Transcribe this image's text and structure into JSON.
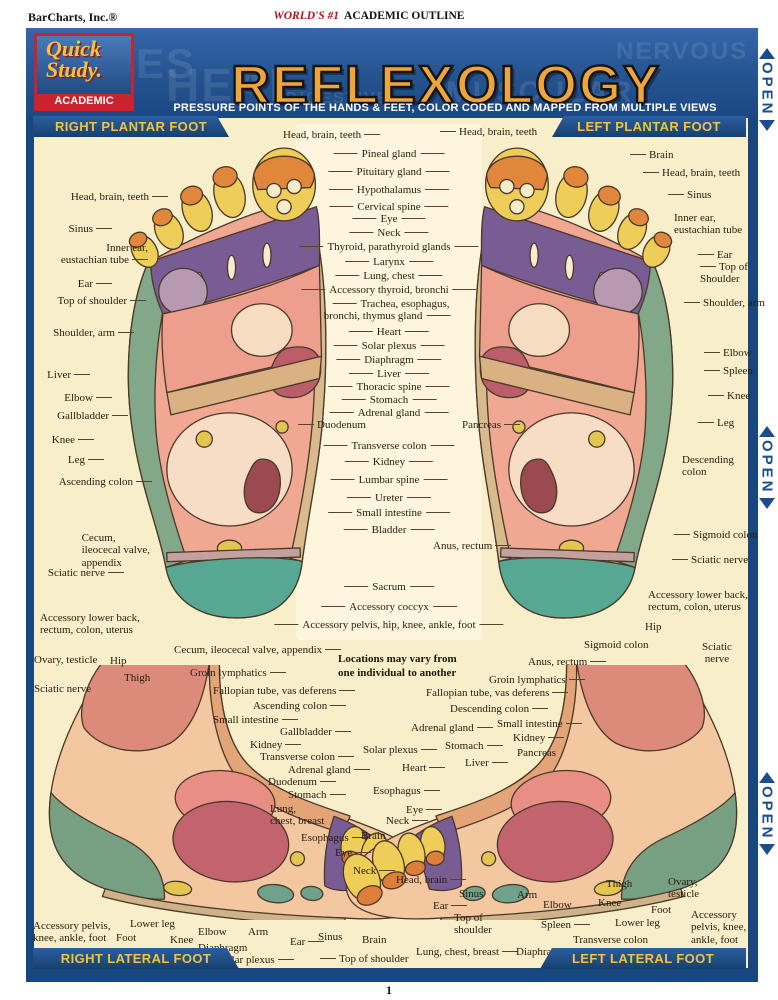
{
  "masthead": {
    "publisher": "BarCharts, Inc.®",
    "tagline_emphasis": "WORLD'S #1",
    "tagline_rest": "ACADEMIC OUTLINE"
  },
  "banner": {
    "logo_word1": "Quick",
    "logo_word2": "Study.",
    "logo_academic": "ACADEMIC",
    "title": "REFLEXOLOGY",
    "subtitle": "PRESSURE POINTS OF THE HANDS & FEET, COLOR CODED AND MAPPED FROM MULTIPLE VIEWS",
    "watermarks": [
      "SES",
      "HEAL",
      "DIGESTIVE",
      "MUSCULAR",
      "NERVOUS"
    ]
  },
  "side_tab": {
    "label": "OPEN"
  },
  "section_bars": {
    "top_left": "RIGHT PLANTAR FOOT",
    "top_right": "LEFT PLANTAR FOOT",
    "bottom_left": "RIGHT LATERAL FOOT",
    "bottom_right": "LEFT LATERAL FOOT"
  },
  "footer": {
    "page_number": "1"
  },
  "colors": {
    "card_blue": "#17477e",
    "title_gold": "#eda53e",
    "bar_gold": "#f5c33d",
    "logo_red": "#c8242b",
    "cream": "#f8eec9",
    "heel_teal": "#57a893",
    "zone_purple": "#7a5c94",
    "zone_salmon": "#ee9e8c",
    "toe_yellow": "#eecd58",
    "toe_orange": "#e0873c"
  },
  "plantar": {
    "left": [
      "Brain",
      "Head, brain, teeth",
      "Sinus",
      "Inner ear,\neustachian tube",
      "Ear",
      "Top of shoulder",
      "Shoulder, arm",
      "Liver",
      "Elbow",
      "Gallbladder",
      "Knee",
      "Leg",
      "Ascending colon",
      "Cecum,\nileocecal valve,\nappendix",
      "Sciatic nerve"
    ],
    "center_top": [
      "Head, brain, teeth",
      "Head, brain, teeth"
    ],
    "center": [
      "Pineal gland",
      "Pituitary gland",
      "Hypothalamus",
      "Cervical spine",
      "Eye",
      "Neck",
      "Thyroid, parathyroid glands",
      "Larynx",
      "Lung, chest",
      "Accessory thyroid, bronchi",
      "Trachea, esophagus,\nbronchi, thymus gland",
      "Heart",
      "Solar plexus",
      "Diaphragm",
      "Liver",
      "Thoracic spine",
      "Stomach",
      "Adrenal gland",
      "Duodenum",
      "Pancreas",
      "Transverse colon",
      "Kidney",
      "Lumbar spine",
      "Ureter",
      "Small intestine",
      "Bladder",
      "Anus, rectum",
      "Sacrum",
      "Accessory coccyx",
      "Accessory pelvis, hip, knee, ankle, foot"
    ],
    "right": [
      "Brain",
      "Head, brain, teeth",
      "Sinus",
      "Inner ear,\neustachian tube",
      "Ear",
      "Top of\nShoulder",
      "Shoulder, arm",
      "Elbow",
      "Spleen",
      "Knee",
      "Leg",
      "Descending\ncolon",
      "Sigmoid colon",
      "Sciatic nerve"
    ]
  },
  "lateral": {
    "note": "Locations may vary from\none individual to another",
    "left_cluster": [
      "Accessory lower back,\nrectum, colon, uterus",
      "Ovary, testicle",
      "Hip",
      "Thigh",
      "Sciatic nerve"
    ],
    "left_column": [
      "Cecum, ileocecal valve, appendix",
      "Groin lymphatics",
      "Fallopian tube, vas deferens",
      "Ascending colon",
      "Small intestine",
      "Gallbladder",
      "Kidney",
      "Transverse colon",
      "Adrenal gland",
      "Duodenum",
      "Stomach",
      "Lung,\nchest, breast",
      "Esophagus",
      "Eye",
      "Neck"
    ],
    "left_foot": [
      "Accessory pelvis,\nknee, ankle, foot",
      "Foot",
      "Lower leg",
      "Knee",
      "Elbow",
      "Arm",
      "Diaphragm",
      "Solar plexus",
      "Ear",
      "Sinus",
      "Brain",
      "Top of shoulder"
    ],
    "right_cluster": [
      "Accessory lower back,\nrectum, colon, uterus",
      "Hip",
      "Sigmoid colon",
      "Sciatic\nnerve"
    ],
    "right_column": [
      "Anus, rectum",
      "Groin lymphatics",
      "Fallopian tube, vas deferens",
      "Descending colon",
      "Small intestine",
      "Adrenal gland",
      "Kidney",
      "Stomach",
      "Pancreas",
      "Solar plexus",
      "Liver",
      "Heart",
      "Esophagus",
      "Eye",
      "Neck",
      "Brain"
    ],
    "right_foot": [
      "Head, brain",
      "Sinus",
      "Ear",
      "Arm",
      "Elbow",
      "Top of\nshoulder",
      "Spleen",
      "Lung, chest, breast",
      "Diaphragm",
      "Transverse colon",
      "Thigh",
      "Knee",
      "Lower leg",
      "Foot",
      "Ovary,\ntesticle",
      "Accessory\npelvis, knee,\nankle, foot"
    ]
  }
}
